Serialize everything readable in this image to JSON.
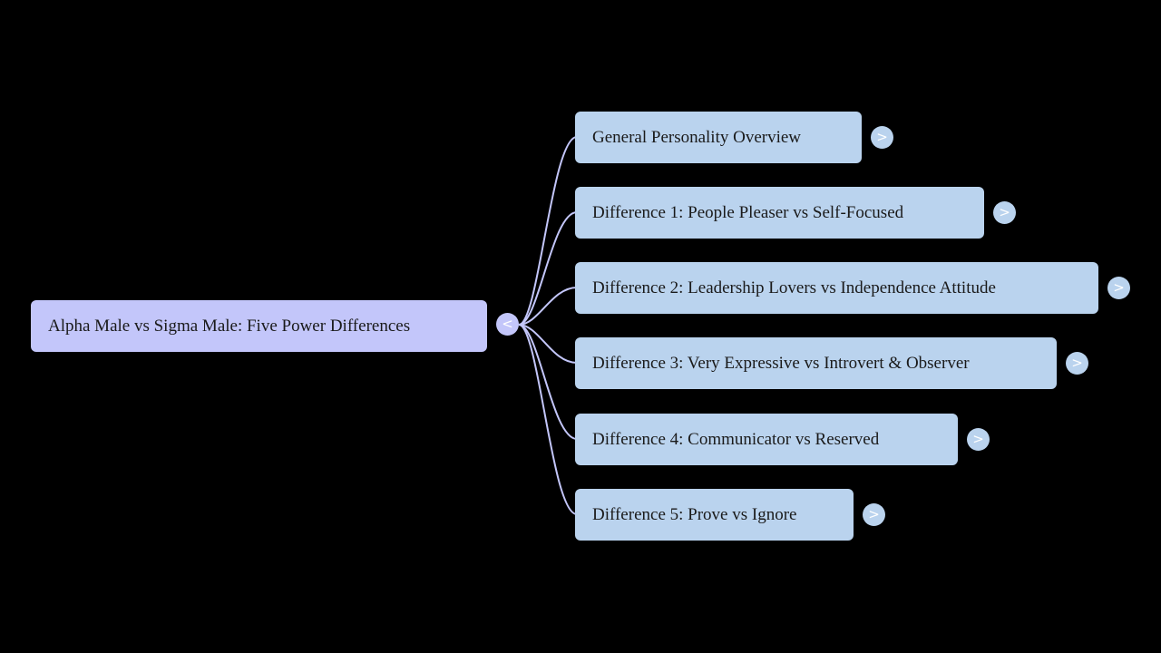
{
  "mindmap": {
    "root": {
      "label": "Alpha Male vs Sigma Male: Five Power Differences",
      "toggle": "<"
    },
    "children": [
      {
        "label": "General Personality Overview",
        "toggle": ">"
      },
      {
        "label": "Difference 1: People Pleaser vs Self-Focused",
        "toggle": ">"
      },
      {
        "label": "Difference 2: Leadership Lovers vs Independence Attitude",
        "toggle": ">"
      },
      {
        "label": "Difference 3: Very Expressive vs Introvert & Observer",
        "toggle": ">"
      },
      {
        "label": "Difference 4: Communicator vs Reserved",
        "toggle": ">"
      },
      {
        "label": "Difference 5: Prove vs Ignore",
        "toggle": ">"
      }
    ],
    "colors": {
      "background": "#000000",
      "root_fill": "#c3c6fa",
      "child_fill": "#bad3ee",
      "connector": "#c3c6fa"
    }
  }
}
